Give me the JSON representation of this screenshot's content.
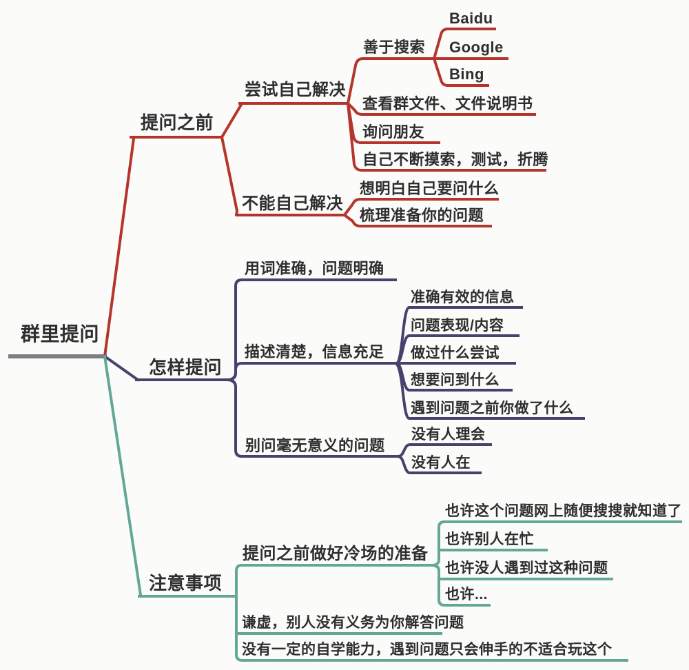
{
  "title": "群里提问",
  "colors": {
    "red": "#b5352c",
    "purple": "#4b3f6d",
    "teal": "#63a897",
    "gray": "#7f7f83",
    "text": "#2e2e2e",
    "bg": "#fbfbfa"
  },
  "map": {
    "root": {
      "label": "群里提问"
    },
    "before": {
      "label": "提问之前",
      "try_self": {
        "label": "尝试自己解决",
        "search": {
          "label": "善于搜索",
          "baidu": {
            "label": "Baidu"
          },
          "google": {
            "label": "Google"
          },
          "bing": {
            "label": "Bing"
          }
        },
        "group_files": {
          "label": "查看群文件、文件说明书"
        },
        "ask_friends": {
          "label": "询问朋友"
        },
        "explore": {
          "label": "自己不断摸索，测试，折腾"
        }
      },
      "cannot_self": {
        "label": "不能自己解决",
        "figure_out": {
          "label": "想明白自己要问什么"
        },
        "organize": {
          "label": "梳理准备你的问题"
        }
      }
    },
    "how": {
      "label": "怎样提问",
      "accurate": {
        "label": "用词准确，问题明确"
      },
      "describe": {
        "label": "描述清楚，信息充足",
        "info": {
          "label": "准确有效的信息"
        },
        "symptom": {
          "label": "问题表现/内容"
        },
        "attempts": {
          "label": "做过什么尝试"
        },
        "goal": {
          "label": "想要问到什么"
        },
        "context": {
          "label": "遇到问题之前你做了什么"
        }
      },
      "meaningless": {
        "label": "别问毫无意义的问题",
        "ignored": {
          "label": "没有人理会"
        },
        "nobody": {
          "label": "没有人在"
        }
      }
    },
    "notes": {
      "label": "注意事项",
      "cold": {
        "label": "提问之前做好冷场的准备",
        "maybe_search": {
          "label": "也许这个问题网上随便搜搜就知道了"
        },
        "maybe_busy": {
          "label": "也许别人在忙"
        },
        "maybe_new": {
          "label": "也许没人遇到过这种问题"
        },
        "maybe_etc": {
          "label": "也许..."
        }
      },
      "humble": {
        "label": "谦虚，别人没有义务为你解答问题"
      },
      "self_learn": {
        "label": "没有一定的自学能力，遇到问题只会伸手的不适合玩这个"
      }
    }
  }
}
